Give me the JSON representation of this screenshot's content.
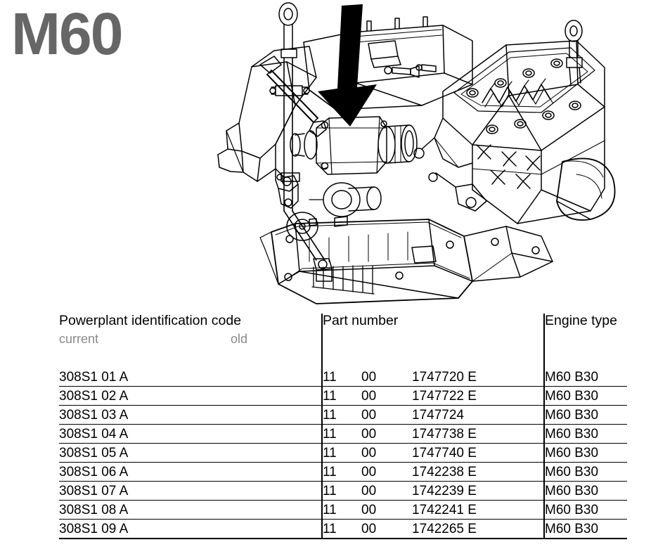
{
  "title": "M60",
  "illustration": {
    "name": "engine-line-drawing",
    "caption": "BMW M60 V8 engine three-quarter line drawing",
    "annotation_arrow": "downward-arrow-pointing-to-engine-component"
  },
  "table": {
    "headers": {
      "code": "Powerplant identification code",
      "code_sub_current": "current",
      "code_sub_old": "old",
      "part_number": "Part number",
      "engine_type": "Engine type"
    },
    "rows": [
      {
        "code": "308S1 01 A",
        "pn1": "11",
        "pn2": "00",
        "pn3": "1747720 E",
        "engine": "M60 B30"
      },
      {
        "code": "308S1 02 A",
        "pn1": "11",
        "pn2": "00",
        "pn3": "1747722 E",
        "engine": "M60 B30"
      },
      {
        "code": "308S1 03 A",
        "pn1": "11",
        "pn2": "00",
        "pn3": "1747724",
        "engine": "M60 B30"
      },
      {
        "code": "308S1 04 A",
        "pn1": "11",
        "pn2": "00",
        "pn3": "1747738 E",
        "engine": "M60 B30"
      },
      {
        "code": "308S1 05 A",
        "pn1": "11",
        "pn2": "00",
        "pn3": "1747740 E",
        "engine": "M60 B30"
      },
      {
        "code": "308S1 06 A",
        "pn1": "11",
        "pn2": "00",
        "pn3": "1742238 E",
        "engine": "M60 B30"
      },
      {
        "code": "308S1 07 A",
        "pn1": "11",
        "pn2": "00",
        "pn3": "1742239 E",
        "engine": "M60 B30"
      },
      {
        "code": "308S1 08 A",
        "pn1": "11",
        "pn2": "00",
        "pn3": "1742241 E",
        "engine": "M60 B30"
      },
      {
        "code": "308S1 09 A",
        "pn1": "11",
        "pn2": "00",
        "pn3": "1742265 E",
        "engine": "M60 B30"
      }
    ]
  },
  "colors": {
    "title": "#666666",
    "subheader": "#8a8a8a",
    "text": "#000000",
    "background": "#ffffff"
  }
}
